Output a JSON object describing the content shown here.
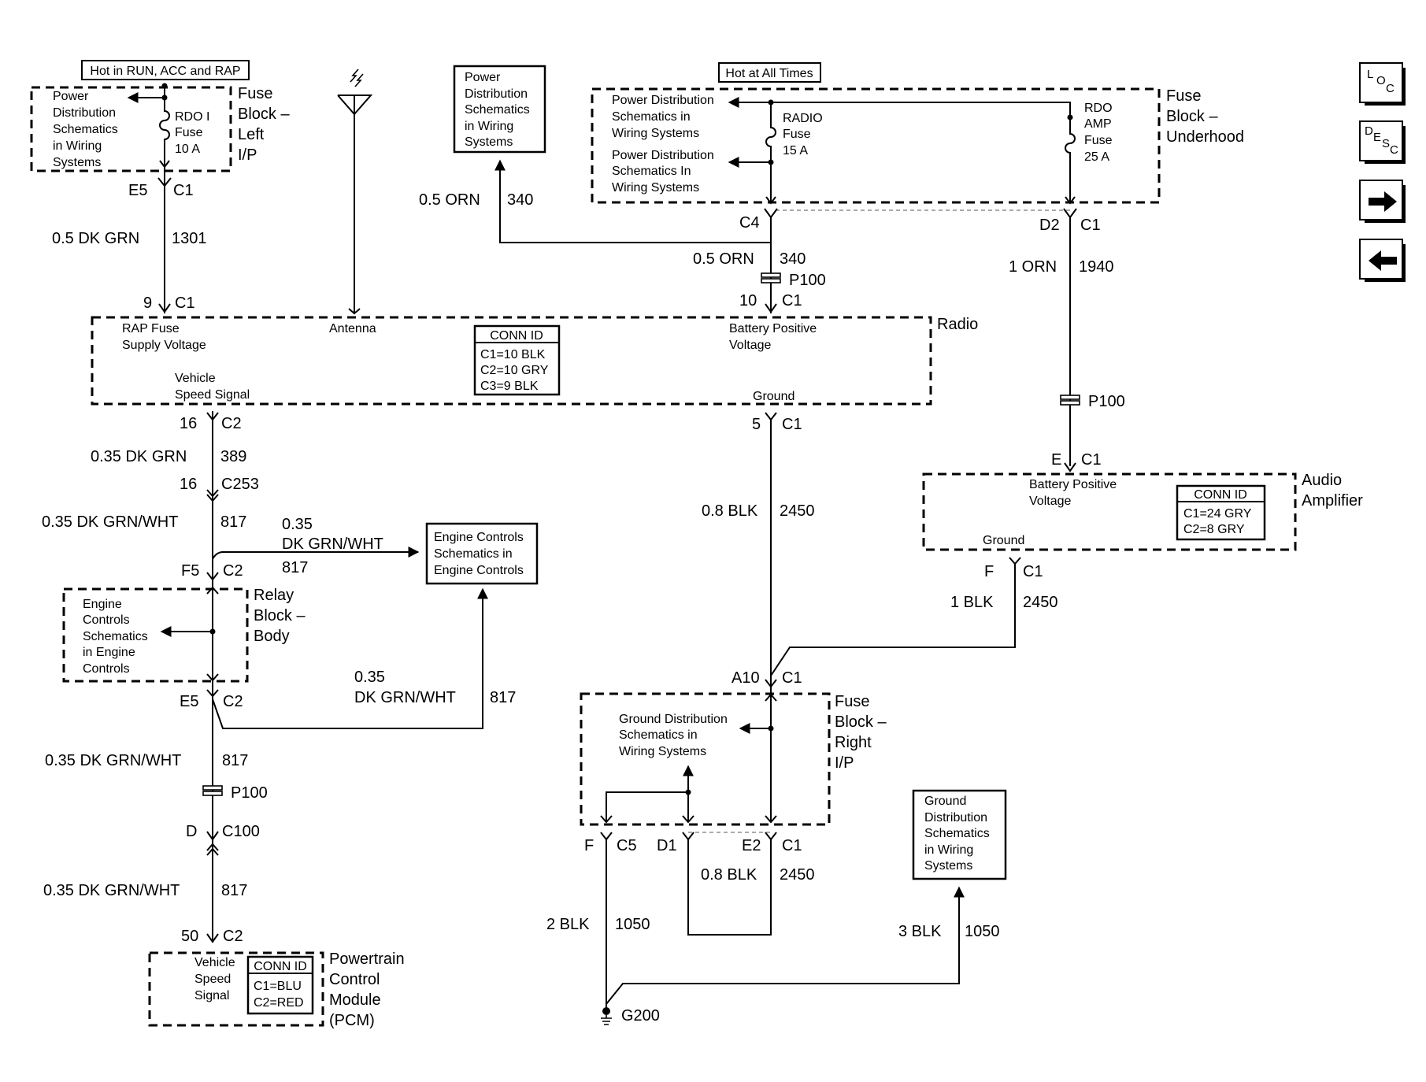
{
  "notes": {
    "hot_run_acc_rap": "Hot in RUN, ACC and RAP",
    "hot_all_times": "Hot at All Times"
  },
  "fuse_block_left": {
    "name": [
      "Fuse",
      "Block –",
      "Left",
      "I/P"
    ],
    "ref": [
      "Power",
      "Distribution",
      "Schematics",
      "in Wiring",
      "Systems"
    ],
    "fuse": [
      "RDO I",
      "Fuse",
      "10 A"
    ]
  },
  "antenna": {
    "label": "Antenna"
  },
  "power_dist_box": [
    "Power",
    "Distribution",
    "Schematics",
    "in Wiring",
    "Systems"
  ],
  "fuse_block_underhood": {
    "name": [
      "Fuse",
      "Block –",
      "Underhood"
    ],
    "ref1": [
      "Power Distribution",
      "Schematics in",
      "Wiring Systems"
    ],
    "ref2": [
      "Power Distribution",
      "Schematics In",
      "Wiring Systems"
    ],
    "radio_fuse": [
      "RADIO",
      "Fuse",
      "15 A"
    ],
    "amp_fuse": [
      "RDO",
      "AMP",
      "Fuse",
      "25 A"
    ]
  },
  "connectors": {
    "e5_c1_pin": "E5",
    "e5_c1_conn": "C1",
    "nine_c1_pin": "9",
    "nine_c1_conn": "C1",
    "c4": "C4",
    "d2_pin": "D2",
    "d2_conn": "C1",
    "p100_a": "P100",
    "ten_c1_pin": "10",
    "ten_c1_conn": "C1",
    "p100_b": "P100",
    "e_c1_pin": "E",
    "e_c1_conn": "C1",
    "sixteen_c2_pin": "16",
    "sixteen_c2_conn": "C2",
    "sixteen_c253_pin": "16",
    "sixteen_c253_conn": "C253",
    "five_c1_pin": "5",
    "five_c1_conn": "C1",
    "f5_pin": "F5",
    "f5_conn": "C2",
    "f_c1_pin": "F",
    "f_c1_conn": "C1",
    "a10_pin": "A10",
    "a10_conn": "C1",
    "e5_c2_pin": "E5",
    "e5_c2_conn": "C2",
    "p100_c": "P100",
    "d_c100_pin": "D",
    "d_c100_conn": "C100",
    "f_c5_pin": "F",
    "f_c5_conn": "C5",
    "d1_pin": "D1",
    "e2_pin": "E2",
    "e2_conn": "C1",
    "fifty_c2_pin": "50",
    "fifty_c2_conn": "C2",
    "g200": "G200"
  },
  "wires": {
    "w1301_size": "0.5 DK GRN",
    "w1301_num": "1301",
    "w340_top_size": "0.5 ORN",
    "w340_top_num": "340",
    "w340_size": "0.5 ORN",
    "w340_num": "340",
    "w1940_size": "1 ORN",
    "w1940_num": "1940",
    "w389_size": "0.35 DK GRN",
    "w389_num": "389",
    "w817_a_size": "0.35 DK GRN/WHT",
    "w817_a_num": "817",
    "w817_b_size1": "0.35",
    "w817_b_size2": "DK GRN/WHT",
    "w817_b_num": "817",
    "w2450_a_size": "0.8 BLK",
    "w2450_a_num": "2450",
    "w2450_b_size": "1 BLK",
    "w2450_b_num": "2450",
    "w817_c_size1": "0.35",
    "w817_c_size2": "DK GRN/WHT",
    "w817_c_num": "817",
    "w817_d_size": "0.35 DK GRN/WHT",
    "w817_d_num": "817",
    "w817_e_size": "0.35 DK GRN/WHT",
    "w817_e_num": "817",
    "w2450_c_size": "0.8 BLK",
    "w2450_c_num": "2450",
    "w1050_a_size": "2 BLK",
    "w1050_a_num": "1050",
    "w1050_b_size": "3 BLK",
    "w1050_b_num": "1050"
  },
  "radio": {
    "name": "Radio",
    "rap": [
      "RAP Fuse",
      "Supply Voltage"
    ],
    "vss": [
      "Vehicle",
      "Speed Signal"
    ],
    "batt": [
      "Battery Positive",
      "Voltage"
    ],
    "ground": "Ground",
    "conn_title": "CONN ID",
    "conn_rows": [
      "C1=10 BLK",
      "C2=10 GRY",
      "C3=9 BLK"
    ]
  },
  "audio_amp": {
    "name": [
      "Audio",
      "Amplifier"
    ],
    "batt": [
      "Battery Positive",
      "Voltage"
    ],
    "ground": "Ground",
    "conn_title": "CONN ID",
    "conn_rows": [
      "C1=24 GRY",
      "C2=8 GRY"
    ]
  },
  "engine_box": [
    "Engine Controls",
    "Schematics in",
    "Engine Controls"
  ],
  "relay_block": {
    "name": [
      "Relay",
      "Block –",
      "Body"
    ],
    "ref": [
      "Engine",
      "Controls",
      "Schematics",
      "in Engine",
      "Controls"
    ]
  },
  "fuse_block_right": {
    "name": [
      "Fuse",
      "Block –",
      "Right",
      "I/P"
    ],
    "ref": [
      "Ground Distribution",
      "Schematics in",
      "Wiring Systems"
    ]
  },
  "ground_dist_box": [
    "Ground",
    "Distribution",
    "Schematics",
    "in Wiring",
    "Systems"
  ],
  "pcm": {
    "name": [
      "Powertrain",
      "Control",
      "Module",
      "(PCM)"
    ],
    "vss": [
      "Vehicle",
      "Speed",
      "Signal"
    ],
    "conn_title": "CONN ID",
    "conn_rows": [
      "C1=BLU",
      "C2=RED"
    ]
  },
  "nav": {
    "loc": [
      "L",
      "O",
      "C"
    ],
    "desc": [
      "D",
      "E",
      "S",
      "C"
    ],
    "next_icon": "arrow-right-icon",
    "prev_icon": "arrow-left-icon"
  }
}
